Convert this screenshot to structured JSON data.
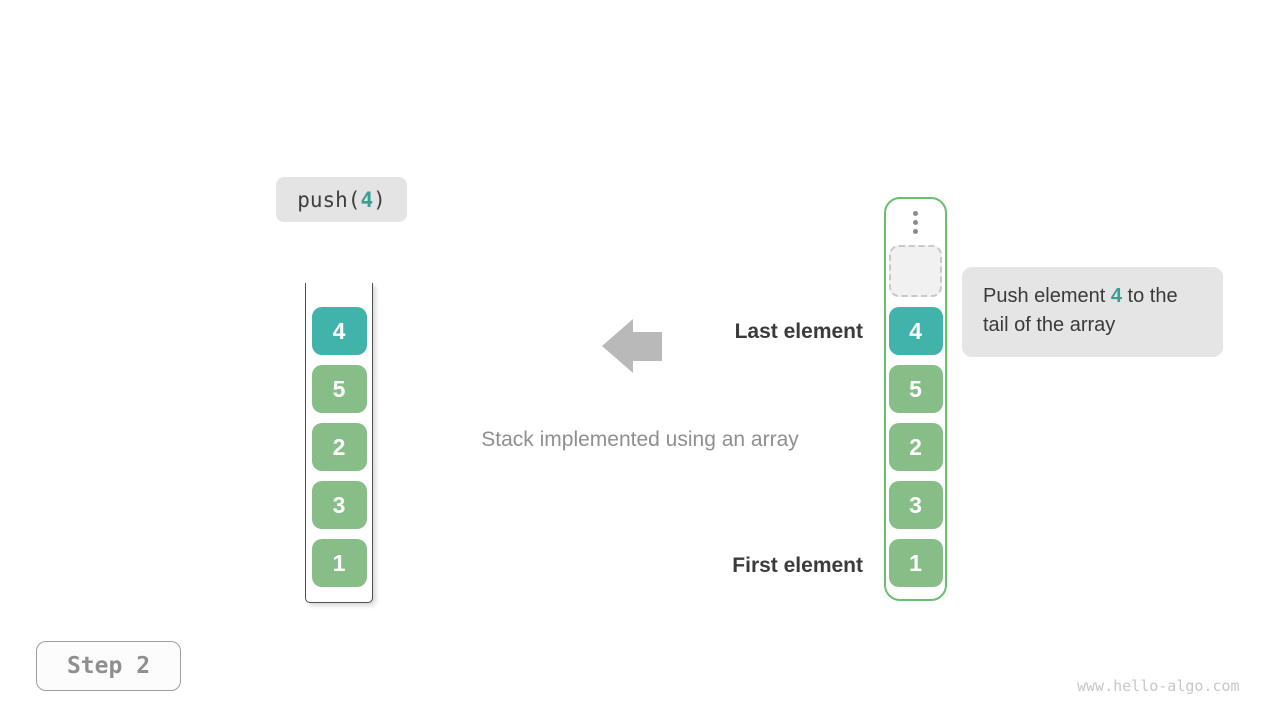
{
  "operation": {
    "prefix": "push(",
    "value": "4",
    "suffix": ")"
  },
  "stacks": {
    "left": {
      "items": [
        "4",
        "5",
        "2",
        "3",
        "1"
      ]
    },
    "right": {
      "items": [
        "4",
        "5",
        "2",
        "3",
        "1"
      ]
    }
  },
  "labels": {
    "last_element": "Last element",
    "first_element": "First element",
    "caption": "Stack implemented using an array"
  },
  "callout": {
    "prefix": "Push element ",
    "value": "4",
    "suffix": " to the tail of the array"
  },
  "step": {
    "label": "Step 2"
  },
  "watermark": "www.hello-algo.com",
  "colors": {
    "teal": "#41b3aa",
    "green": "#87bd87",
    "stack_border_green": "#6abe6e",
    "label_bg": "#e5e5e5",
    "arrow_gray": "#b9b9b9",
    "dark_text": "#3b3b3b",
    "muted_text": "#8f8f8f"
  }
}
